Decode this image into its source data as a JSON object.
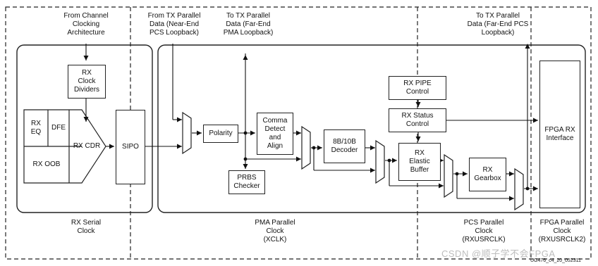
{
  "labels": {
    "from_channel_clocking": "From Channel\nClocking\nArchitecture",
    "from_tx_parallel": "From TX Parallel\nData (Near-End\nPCS Loopback)",
    "to_tx_far_end_pma": "To TX Parallel\nData (Far-End\nPMA Loopback)",
    "to_tx_far_end_pcs": "To TX Parallel\nData (Far-End PCS\nLoopback)",
    "rx_serial_clock": "RX Serial\nClock",
    "pma_parallel_clock": "PMA Parallel\nClock\n(XCLK)",
    "pcs_parallel_clock": "PCS Parallel\nClock\n(RXUSRCLK)",
    "fpga_parallel_clock": "FPGA Parallel\nClock\n(RXUSRCLK2)"
  },
  "blocks": {
    "rx_clock_dividers": "RX\nClock\nDividers",
    "rx_eq": "RX\nEQ",
    "dfe": "DFE",
    "rx_cdr": "RX CDR",
    "rx_oob": "RX OOB",
    "sipo": "SIPO",
    "polarity": "Polarity",
    "comma_detect_align": "Comma\nDetect\nand\nAlign",
    "prbs_checker": "PRBS\nChecker",
    "decoder_8b10b": "8B/10B\nDecoder",
    "rx_pipe_control": "RX PIPE\nControl",
    "rx_status_control": "RX Status\nControl",
    "rx_elastic_buffer": "RX\nElastic\nBuffer",
    "rx_gearbox": "RX\nGearbox",
    "fpga_rx_interface": "FPGA RX\nInterface"
  },
  "footer": {
    "figure_id": "UG476_c4_20_052311",
    "watermark": "CSDN @顺子学不会FPGA"
  }
}
